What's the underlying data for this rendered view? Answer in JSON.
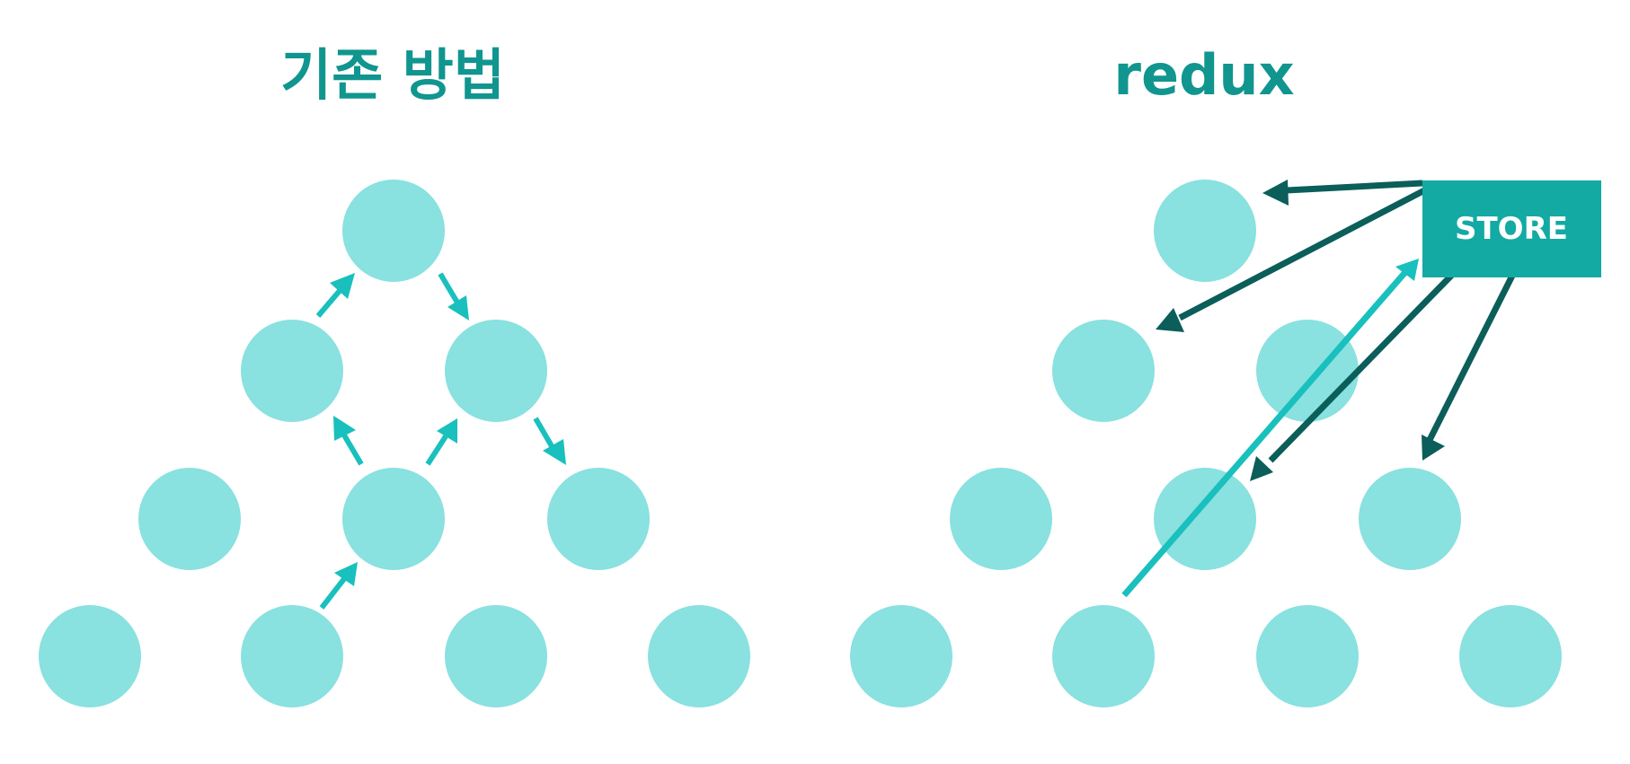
{
  "titles": {
    "left": "기존 방법",
    "right": "redux"
  },
  "store": {
    "label": "STORE"
  },
  "colors": {
    "node": "#89e1e0",
    "title": "#11958f",
    "store_box": "#13aaa4",
    "store_text": "#ffffff",
    "arrow_light": "#19c0bd",
    "arrow_dark": "#0b5e59"
  }
}
